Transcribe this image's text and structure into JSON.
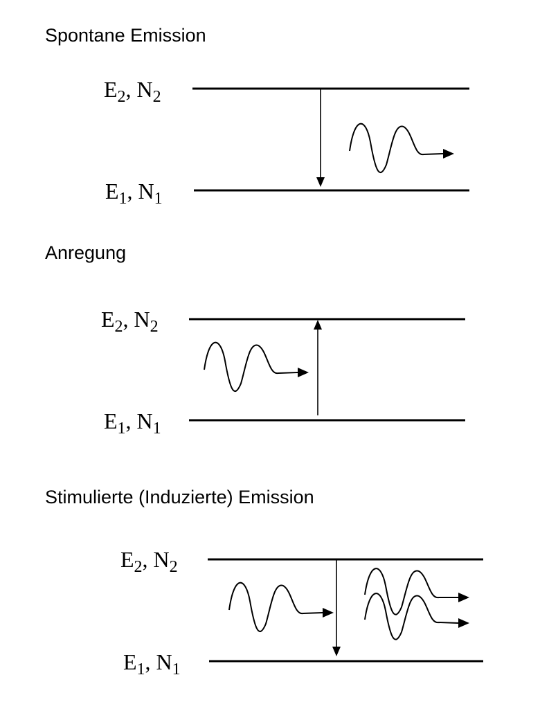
{
  "sections": [
    {
      "title": "Spontane Emission",
      "upper": {
        "e_symbol": "E",
        "e_sub": "2",
        "n_symbol": "N",
        "n_sub": "2"
      },
      "lower": {
        "e_symbol": "E",
        "e_sub": "1",
        "n_symbol": "N",
        "n_sub": "1"
      },
      "transition": "down",
      "photons_in": 0,
      "photons_out": 1
    },
    {
      "title": "Anregung",
      "upper": {
        "e_symbol": "E",
        "e_sub": "2",
        "n_symbol": "N",
        "n_sub": "2"
      },
      "lower": {
        "e_symbol": "E",
        "e_sub": "1",
        "n_symbol": "N",
        "n_sub": "1"
      },
      "transition": "up",
      "photons_in": 1,
      "photons_out": 0
    },
    {
      "title": "Stimulierte (Induzierte) Emission",
      "upper": {
        "e_symbol": "E",
        "e_sub": "2",
        "n_symbol": "N",
        "n_sub": "2"
      },
      "lower": {
        "e_symbol": "E",
        "e_sub": "1",
        "n_symbol": "N",
        "n_sub": "1"
      },
      "transition": "down",
      "photons_in": 1,
      "photons_out": 2
    }
  ]
}
